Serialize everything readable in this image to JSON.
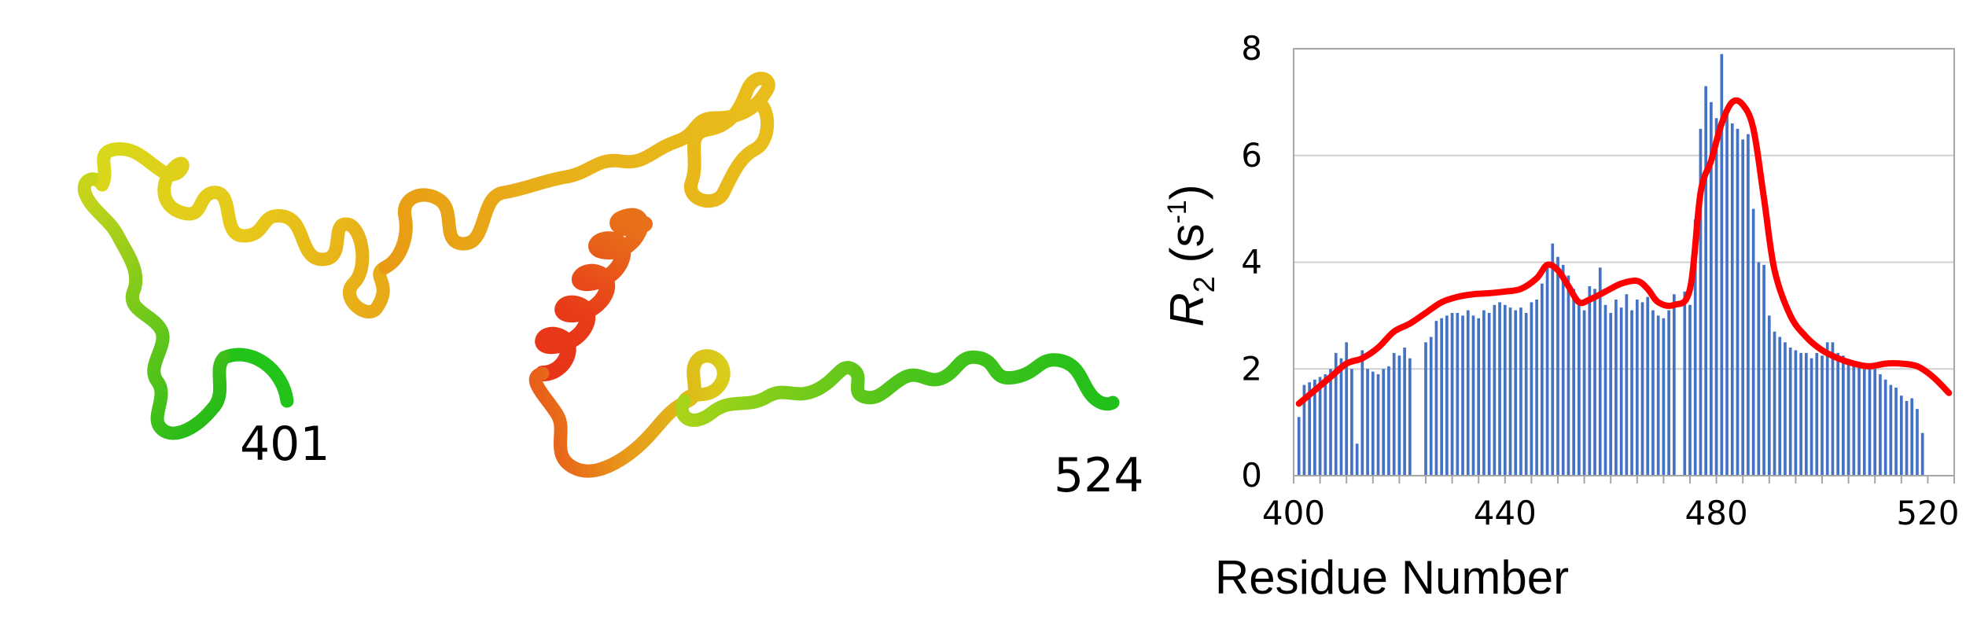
{
  "structure": {
    "start_label": "401",
    "end_label": "524",
    "colors": {
      "green": "#22c41a",
      "yellow_green": "#9fd21a",
      "yellow": "#e6c01a",
      "orange": "#e88a10",
      "red": "#e82818"
    }
  },
  "chart_data": {
    "type": "bar",
    "xlabel": "Residue Number",
    "ylabel_main": "R",
    "ylabel_sub": "2",
    "ylabel_unit_pre": " (s",
    "ylabel_unit_sup": "-1",
    "ylabel_unit_post": ")",
    "xlim": [
      400,
      525
    ],
    "ylim": [
      0,
      8
    ],
    "xticks": [
      400,
      440,
      480,
      520
    ],
    "yticks": [
      0,
      2,
      4,
      6,
      8
    ],
    "grid": true,
    "bar_color": "#4472c4",
    "line_color": "#ff0000",
    "bars": {
      "residues": [
        401,
        402,
        403,
        404,
        405,
        406,
        407,
        408,
        409,
        410,
        411,
        412,
        413,
        414,
        415,
        416,
        417,
        418,
        419,
        420,
        421,
        422,
        425,
        426,
        427,
        428,
        429,
        430,
        431,
        432,
        433,
        434,
        435,
        436,
        437,
        438,
        439,
        440,
        441,
        442,
        443,
        444,
        445,
        446,
        447,
        448,
        449,
        450,
        451,
        452,
        453,
        454,
        455,
        456,
        457,
        458,
        459,
        460,
        461,
        462,
        463,
        464,
        465,
        466,
        467,
        468,
        469,
        470,
        471,
        472,
        474,
        475,
        476,
        477,
        478,
        479,
        480,
        481,
        482,
        483,
        484,
        485,
        486,
        487,
        488,
        489,
        490,
        491,
        492,
        493,
        494,
        495,
        496,
        497,
        498,
        499,
        500,
        501,
        502,
        503,
        504,
        505,
        506,
        507,
        508,
        509,
        510,
        511,
        512,
        513,
        514,
        515,
        516,
        517,
        518,
        519,
        520,
        521,
        522,
        523,
        524
      ],
      "values": [
        1.1,
        1.7,
        1.75,
        1.8,
        1.85,
        1.9,
        2.0,
        2.3,
        2.2,
        2.5,
        2.0,
        0.6,
        2.35,
        2.0,
        1.95,
        1.9,
        2.0,
        2.05,
        2.3,
        2.25,
        2.4,
        2.2,
        2.5,
        2.6,
        2.9,
        2.95,
        3.0,
        3.05,
        3.05,
        3.0,
        3.1,
        3.0,
        2.95,
        3.1,
        3.05,
        3.2,
        3.25,
        3.2,
        3.15,
        3.1,
        3.15,
        3.05,
        3.25,
        3.3,
        3.6,
        3.9,
        4.35,
        4.1,
        3.95,
        3.75,
        3.5,
        3.3,
        3.1,
        3.55,
        3.5,
        3.9,
        3.2,
        3.05,
        3.3,
        3.15,
        3.4,
        3.1,
        3.3,
        3.25,
        3.35,
        3.1,
        3.0,
        2.95,
        3.1,
        3.4,
        3.45,
        3.2,
        4.8,
        6.5,
        7.3,
        7.0,
        6.7,
        7.9,
        6.9,
        6.6,
        6.5,
        6.3,
        6.4,
        5.0,
        4.0,
        3.95,
        3.0,
        2.7,
        2.6,
        2.5,
        2.4,
        2.35,
        2.3,
        2.3,
        2.2,
        2.3,
        2.25,
        2.5,
        2.5,
        2.3,
        2.25,
        2.15,
        2.1,
        2.1,
        2.0,
        2.1,
        2.0,
        1.9,
        1.8,
        1.7,
        1.65,
        1.5,
        1.4,
        1.45,
        1.25,
        0.8
      ]
    },
    "line": {
      "x": [
        401,
        404,
        407,
        410,
        413,
        416,
        419,
        422,
        425,
        428,
        431,
        434,
        437,
        440,
        443,
        446,
        448,
        450,
        452,
        454,
        456,
        459,
        462,
        465,
        467,
        469,
        472,
        475,
        477,
        479,
        481,
        483,
        485,
        487,
        489,
        491,
        494,
        497,
        500,
        503,
        506,
        509,
        512,
        515,
        518,
        521,
        524
      ],
      "y": [
        1.35,
        1.6,
        1.85,
        2.1,
        2.2,
        2.4,
        2.7,
        2.85,
        3.05,
        3.25,
        3.35,
        3.4,
        3.42,
        3.45,
        3.5,
        3.7,
        3.95,
        3.85,
        3.55,
        3.25,
        3.3,
        3.45,
        3.6,
        3.65,
        3.5,
        3.25,
        3.2,
        3.5,
        5.3,
        5.9,
        6.6,
        7.0,
        6.95,
        6.5,
        5.2,
        3.85,
        3.0,
        2.6,
        2.35,
        2.2,
        2.1,
        2.05,
        2.1,
        2.1,
        2.05,
        1.85,
        1.55
      ]
    }
  }
}
